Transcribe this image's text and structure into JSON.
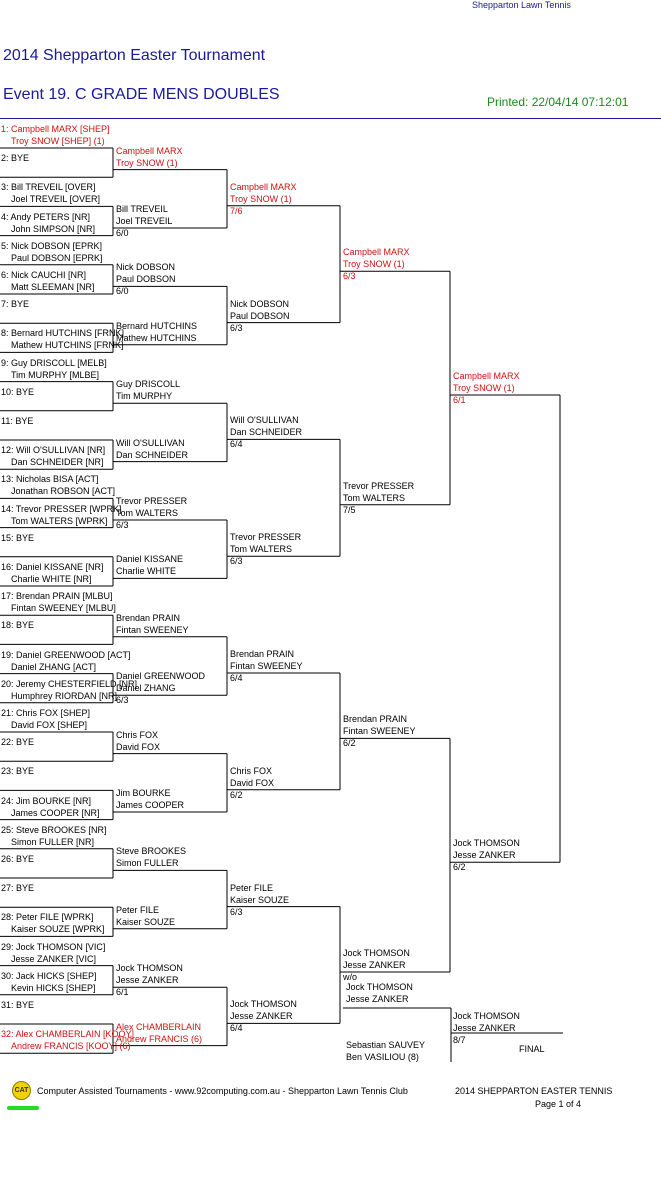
{
  "header": {
    "club": "Shepparton Lawn Tennis",
    "tournament": "2014 Shepparton Easter Tournament",
    "event": "Event 19. C GRADE MENS DOUBLES",
    "printed": "Printed: 22/04/14 07:12:01"
  },
  "colors": {
    "highlight": "#cc1111",
    "title": "#1a1a9a",
    "printed": "#1a8a1a",
    "line": "#000000"
  },
  "round1": [
    {
      "line1": "1: Campbell MARX [SHEP]",
      "line2": "Troy SNOW [SHEP] (1)",
      "seeded": true
    },
    {
      "line1": "2: BYE",
      "line2": ""
    },
    {
      "line1": "3: Bill TREVEIL [OVER]",
      "line2": "Joel TREVEIL [OVER]"
    },
    {
      "line1": "4: Andy PETERS [NR]",
      "line2": "John SIMPSON [NR]"
    },
    {
      "line1": "5: Nick DOBSON [EPRK]",
      "line2": "Paul DOBSON [EPRK]"
    },
    {
      "line1": "6: Nick CAUCHI [NR]",
      "line2": "Matt SLEEMAN [NR]"
    },
    {
      "line1": "7: BYE",
      "line2": ""
    },
    {
      "line1": "8: Bernard HUTCHINS [FRNK]",
      "line2": "Mathew HUTCHINS [FRNK]"
    },
    {
      "line1": "9: Guy DRISCOLL [MELB]",
      "line2": "Tim MURPHY [MLBE]"
    },
    {
      "line1": "10: BYE",
      "line2": ""
    },
    {
      "line1": "11: BYE",
      "line2": ""
    },
    {
      "line1": "12: Will O'SULLIVAN [NR]",
      "line2": "Dan SCHNEIDER [NR]"
    },
    {
      "line1": "13: Nicholas BISA [ACT]",
      "line2": "Jonathan ROBSON [ACT]"
    },
    {
      "line1": "14: Trevor PRESSER [WPRK]",
      "line2": "Tom WALTERS [WPRK]"
    },
    {
      "line1": "15: BYE",
      "line2": ""
    },
    {
      "line1": "16: Daniel KISSANE [NR]",
      "line2": "Charlie WHITE [NR]"
    },
    {
      "line1": "17: Brendan PRAIN [MLBU]",
      "line2": "Fintan SWEENEY [MLBU]"
    },
    {
      "line1": "18: BYE",
      "line2": ""
    },
    {
      "line1": "19: Daniel GREENWOOD [ACT]",
      "line2": "Daniel ZHANG [ACT]"
    },
    {
      "line1": "20: Jeremy CHESTERFIELD [NR]",
      "line2": "Humphrey RIORDAN [NR]"
    },
    {
      "line1": "21: Chris FOX [SHEP]",
      "line2": "David FOX [SHEP]"
    },
    {
      "line1": "22: BYE",
      "line2": ""
    },
    {
      "line1": "23: BYE",
      "line2": ""
    },
    {
      "line1": "24: Jim BOURKE [NR]",
      "line2": "James COOPER [NR]"
    },
    {
      "line1": "25: Steve BROOKES [NR]",
      "line2": "Simon FULLER [NR]"
    },
    {
      "line1": "26: BYE",
      "line2": ""
    },
    {
      "line1": "27: BYE",
      "line2": ""
    },
    {
      "line1": "28: Peter FILE [WPRK]",
      "line2": "Kaiser SOUZE [WPRK]"
    },
    {
      "line1": "29: Jock THOMSON [VIC]",
      "line2": "Jesse ZANKER [VIC]"
    },
    {
      "line1": "30: Jack HICKS [SHEP]",
      "line2": "Kevin HICKS [SHEP]"
    },
    {
      "line1": "31: BYE",
      "line2": ""
    },
    {
      "line1": "32: Alex CHAMBERLAIN [KOOY]",
      "line2": "Andrew FRANCIS [KOOY] (6)",
      "seeded": true
    }
  ],
  "round2": [
    {
      "line1": "Campbell MARX",
      "line2": "Troy SNOW (1)",
      "score": "",
      "seeded": true
    },
    {
      "line1": "Bill TREVEIL",
      "line2": "Joel TREVEIL",
      "score": "6/0"
    },
    {
      "line1": "Nick DOBSON",
      "line2": "Paul DOBSON",
      "score": "6/0"
    },
    {
      "line1": "Bernard HUTCHINS",
      "line2": "Mathew HUTCHINS",
      "score": ""
    },
    {
      "line1": "Guy DRISCOLL",
      "line2": "Tim MURPHY",
      "score": ""
    },
    {
      "line1": "Will O'SULLIVAN",
      "line2": "Dan SCHNEIDER",
      "score": ""
    },
    {
      "line1": "Trevor PRESSER",
      "line2": "Tom WALTERS",
      "score": "6/3"
    },
    {
      "line1": "Daniel KISSANE",
      "line2": "Charlie WHITE",
      "score": ""
    },
    {
      "line1": "Brendan PRAIN",
      "line2": "Fintan SWEENEY",
      "score": ""
    },
    {
      "line1": "Daniel GREENWOOD",
      "line2": "Daniel ZHANG",
      "score": "6/3"
    },
    {
      "line1": "Chris FOX",
      "line2": "David FOX",
      "score": ""
    },
    {
      "line1": "Jim BOURKE",
      "line2": "James COOPER",
      "score": ""
    },
    {
      "line1": "Steve BROOKES",
      "line2": "Simon FULLER",
      "score": ""
    },
    {
      "line1": "Peter FILE",
      "line2": "Kaiser SOUZE",
      "score": ""
    },
    {
      "line1": "Jock THOMSON",
      "line2": "Jesse ZANKER",
      "score": "6/1"
    },
    {
      "line1": "Alex CHAMBERLAIN",
      "line2": "Andrew FRANCIS (6)",
      "score": "",
      "seeded": true
    }
  ],
  "round3": [
    {
      "line1": "Campbell MARX",
      "line2": "Troy SNOW (1)",
      "score": "7/6",
      "seeded": true
    },
    {
      "line1": "Nick DOBSON",
      "line2": "Paul DOBSON",
      "score": "6/3"
    },
    {
      "line1": "Will O'SULLIVAN",
      "line2": "Dan SCHNEIDER",
      "score": "6/4"
    },
    {
      "line1": "Trevor PRESSER",
      "line2": "Tom WALTERS",
      "score": "6/3"
    },
    {
      "line1": "Brendan PRAIN",
      "line2": "Fintan SWEENEY",
      "score": "6/4"
    },
    {
      "line1": "Chris FOX",
      "line2": "David FOX",
      "score": "6/2"
    },
    {
      "line1": "Peter FILE",
      "line2": "Kaiser SOUZE",
      "score": "6/3"
    },
    {
      "line1": "Jock THOMSON",
      "line2": "Jesse ZANKER",
      "score": "6/4"
    }
  ],
  "round4": [
    {
      "line1": "Campbell MARX",
      "line2": "Troy SNOW (1)",
      "score": "6/3",
      "seeded": true
    },
    {
      "line1": "Trevor PRESSER",
      "line2": "Tom WALTERS",
      "score": "7/5"
    },
    {
      "line1": "Brendan PRAIN",
      "line2": "Fintan SWEENEY",
      "score": "6/2"
    },
    {
      "line1": "Jock THOMSON",
      "line2": "Jesse ZANKER",
      "score": "w/o"
    }
  ],
  "round5": [
    {
      "line1": "Campbell MARX",
      "line2": "Troy SNOW (1)",
      "score": "6/1",
      "seeded": true
    },
    {
      "line1": "Jock THOMSON",
      "line2": "Jesse ZANKER",
      "score": "6/2"
    }
  ],
  "round6": [
    {
      "line1": "Jock THOMSON",
      "line2": "Jesse ZANKER",
      "score": "6/2"
    }
  ],
  "final": {
    "top": {
      "line1": "Jock THOMSON",
      "line2": "Jesse ZANKER"
    },
    "bottom": {
      "line1": "Sebastian SAUVEY",
      "line2": "Ben VASILIOU (8)"
    },
    "winner": {
      "line1": "Jock THOMSON",
      "line2": "Jesse ZANKER",
      "score": "8/7"
    },
    "label": "FINAL"
  },
  "footer": {
    "logo_text": "CAT",
    "credit": "Computer Assisted Tournaments - www.92computing.com.au -  Shepparton Lawn Tennis Club",
    "event": "2014 SHEPPARTON EASTER TENNIS",
    "page": "Page 1 of 4"
  }
}
